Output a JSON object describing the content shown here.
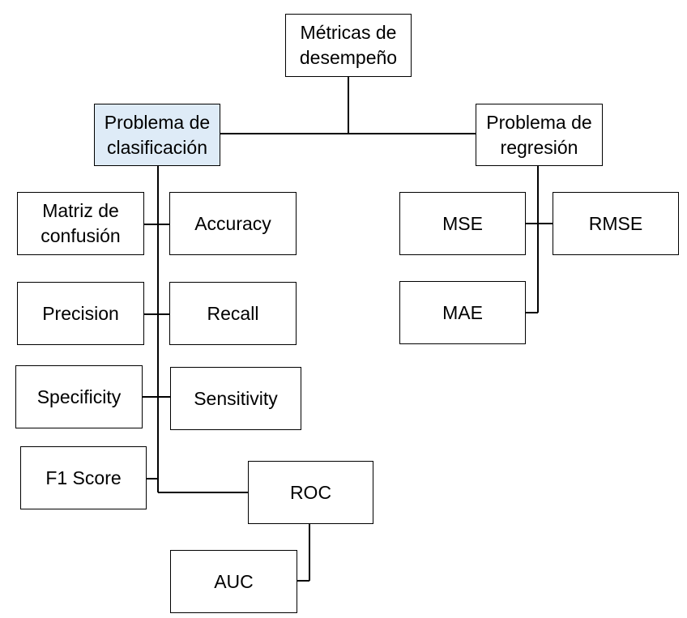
{
  "root": {
    "label": "Métricas de\ndesempeño"
  },
  "classification": {
    "label": "Problema de\nclasificación",
    "highlight_color": "#deebf7",
    "metrics": {
      "confusion_matrix": "Matriz de\nconfusión",
      "accuracy": "Accuracy",
      "precision": "Precision",
      "recall": "Recall",
      "specificity": "Specificity",
      "sensitivity": "Sensitivity",
      "f1_score": "F1 Score",
      "roc": "ROC",
      "auc": "AUC"
    }
  },
  "regression": {
    "label": "Problema de\nregresión",
    "metrics": {
      "mse": "MSE",
      "rmse": "RMSE",
      "mae": "MAE"
    }
  }
}
